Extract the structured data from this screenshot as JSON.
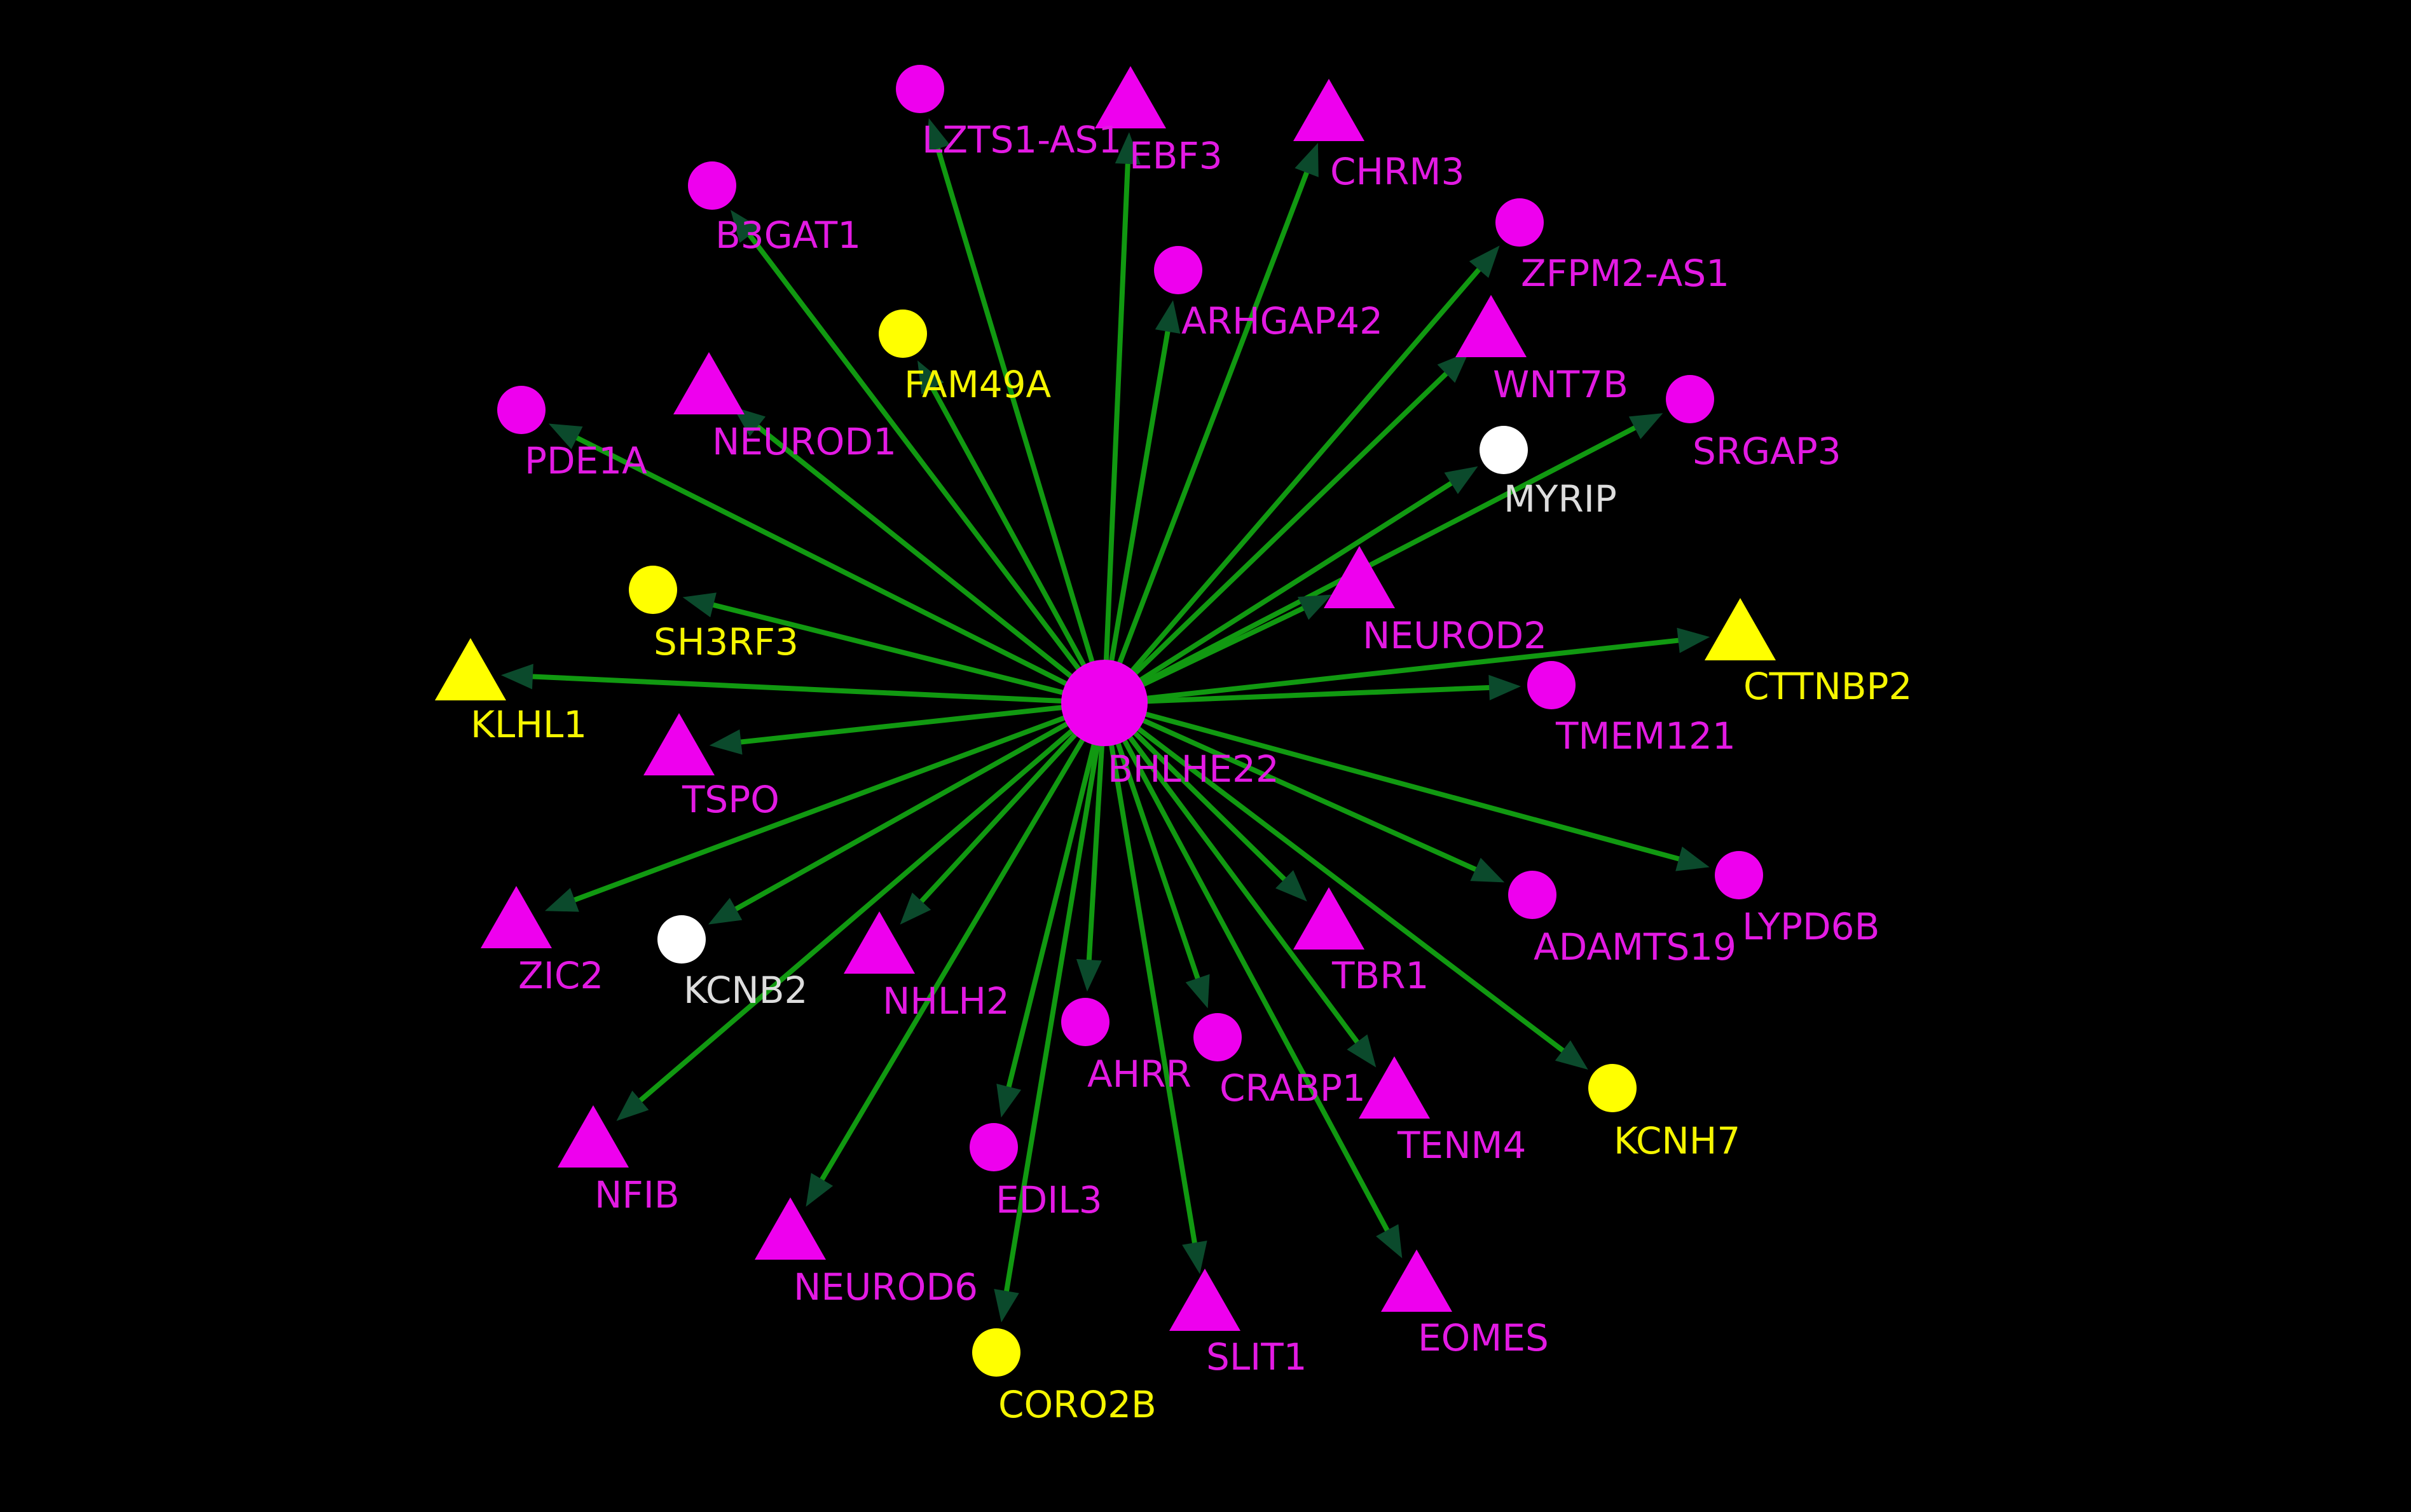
{
  "colors": {
    "background": "#000000",
    "edge": "#119911",
    "arrowhead": "#0b4a2c",
    "magenta": "#ee00ee",
    "yellow": "#ffff00",
    "white": "#ffffff",
    "label_magenta": "#e31ae3",
    "label_yellow": "#f5f500",
    "label_white": "#dddddd"
  },
  "hub": {
    "id": "BHLHE22",
    "label": "BHLHE22",
    "color": "magenta",
    "shape": "circle"
  },
  "nodes": [
    {
      "id": "LZTS1-AS1",
      "label": "LZTS1-AS1",
      "color": "magenta",
      "shape": "circle"
    },
    {
      "id": "EBF3",
      "label": "EBF3",
      "color": "magenta",
      "shape": "triangle"
    },
    {
      "id": "CHRM3",
      "label": "CHRM3",
      "color": "magenta",
      "shape": "triangle"
    },
    {
      "id": "B3GAT1",
      "label": "B3GAT1",
      "color": "magenta",
      "shape": "circle"
    },
    {
      "id": "ZFPM2-AS1",
      "label": "ZFPM2-AS1",
      "color": "magenta",
      "shape": "circle"
    },
    {
      "id": "ARHGAP42",
      "label": "ARHGAP42",
      "color": "magenta",
      "shape": "circle"
    },
    {
      "id": "FAM49A",
      "label": "FAM49A",
      "color": "yellow",
      "shape": "circle"
    },
    {
      "id": "WNT7B",
      "label": "WNT7B",
      "color": "magenta",
      "shape": "triangle"
    },
    {
      "id": "PDE1A",
      "label": "PDE1A",
      "color": "magenta",
      "shape": "circle"
    },
    {
      "id": "NEUROD1",
      "label": "NEUROD1",
      "color": "magenta",
      "shape": "triangle"
    },
    {
      "id": "SRGAP3",
      "label": "SRGAP3",
      "color": "magenta",
      "shape": "circle"
    },
    {
      "id": "MYRIP",
      "label": "MYRIP",
      "color": "white",
      "shape": "circle"
    },
    {
      "id": "SH3RF3",
      "label": "SH3RF3",
      "color": "yellow",
      "shape": "circle"
    },
    {
      "id": "NEUROD2",
      "label": "NEUROD2",
      "color": "magenta",
      "shape": "triangle"
    },
    {
      "id": "CTTNBP2",
      "label": "CTTNBP2",
      "color": "yellow",
      "shape": "triangle"
    },
    {
      "id": "KLHL1",
      "label": "KLHL1",
      "color": "yellow",
      "shape": "triangle"
    },
    {
      "id": "TMEM121",
      "label": "TMEM121",
      "color": "magenta",
      "shape": "circle"
    },
    {
      "id": "TSPO",
      "label": "TSPO",
      "color": "magenta",
      "shape": "triangle"
    },
    {
      "id": "LYPD6B",
      "label": "LYPD6B",
      "color": "magenta",
      "shape": "circle"
    },
    {
      "id": "ZIC2",
      "label": "ZIC2",
      "color": "magenta",
      "shape": "triangle"
    },
    {
      "id": "ADAMTS19",
      "label": "ADAMTS19",
      "color": "magenta",
      "shape": "circle"
    },
    {
      "id": "KCNB2",
      "label": "KCNB2",
      "color": "white",
      "shape": "circle"
    },
    {
      "id": "NHLH2",
      "label": "NHLH2",
      "color": "magenta",
      "shape": "triangle"
    },
    {
      "id": "TBR1",
      "label": "TBR1",
      "color": "magenta",
      "shape": "triangle"
    },
    {
      "id": "AHRR",
      "label": "AHRR",
      "color": "magenta",
      "shape": "circle"
    },
    {
      "id": "CRABP1",
      "label": "CRABP1",
      "color": "magenta",
      "shape": "circle"
    },
    {
      "id": "KCNH7",
      "label": "KCNH7",
      "color": "yellow",
      "shape": "circle"
    },
    {
      "id": "TENM4",
      "label": "TENM4",
      "color": "magenta",
      "shape": "triangle"
    },
    {
      "id": "NFIB",
      "label": "NFIB",
      "color": "magenta",
      "shape": "triangle"
    },
    {
      "id": "EDIL3",
      "label": "EDIL3",
      "color": "magenta",
      "shape": "circle"
    },
    {
      "id": "NEUROD6",
      "label": "NEUROD6",
      "color": "magenta",
      "shape": "triangle"
    },
    {
      "id": "SLIT1",
      "label": "SLIT1",
      "color": "magenta",
      "shape": "triangle"
    },
    {
      "id": "EOMES",
      "label": "EOMES",
      "color": "magenta",
      "shape": "triangle"
    },
    {
      "id": "CORO2B",
      "label": "CORO2B",
      "color": "yellow",
      "shape": "circle"
    }
  ],
  "edges": [
    {
      "source": "BHLHE22",
      "target": "LZTS1-AS1"
    },
    {
      "source": "BHLHE22",
      "target": "EBF3"
    },
    {
      "source": "BHLHE22",
      "target": "CHRM3"
    },
    {
      "source": "BHLHE22",
      "target": "B3GAT1"
    },
    {
      "source": "BHLHE22",
      "target": "ZFPM2-AS1"
    },
    {
      "source": "BHLHE22",
      "target": "ARHGAP42"
    },
    {
      "source": "BHLHE22",
      "target": "FAM49A"
    },
    {
      "source": "BHLHE22",
      "target": "WNT7B"
    },
    {
      "source": "BHLHE22",
      "target": "PDE1A"
    },
    {
      "source": "BHLHE22",
      "target": "NEUROD1"
    },
    {
      "source": "BHLHE22",
      "target": "SRGAP3"
    },
    {
      "source": "BHLHE22",
      "target": "MYRIP"
    },
    {
      "source": "BHLHE22",
      "target": "SH3RF3"
    },
    {
      "source": "BHLHE22",
      "target": "NEUROD2"
    },
    {
      "source": "BHLHE22",
      "target": "CTTNBP2"
    },
    {
      "source": "BHLHE22",
      "target": "KLHL1"
    },
    {
      "source": "BHLHE22",
      "target": "TMEM121"
    },
    {
      "source": "BHLHE22",
      "target": "TSPO"
    },
    {
      "source": "BHLHE22",
      "target": "LYPD6B"
    },
    {
      "source": "BHLHE22",
      "target": "ZIC2"
    },
    {
      "source": "BHLHE22",
      "target": "ADAMTS19"
    },
    {
      "source": "BHLHE22",
      "target": "KCNB2"
    },
    {
      "source": "BHLHE22",
      "target": "NHLH2"
    },
    {
      "source": "BHLHE22",
      "target": "TBR1"
    },
    {
      "source": "BHLHE22",
      "target": "AHRR"
    },
    {
      "source": "BHLHE22",
      "target": "CRABP1"
    },
    {
      "source": "BHLHE22",
      "target": "KCNH7"
    },
    {
      "source": "BHLHE22",
      "target": "TENM4"
    },
    {
      "source": "BHLHE22",
      "target": "NFIB"
    },
    {
      "source": "BHLHE22",
      "target": "EDIL3"
    },
    {
      "source": "BHLHE22",
      "target": "NEUROD6"
    },
    {
      "source": "BHLHE22",
      "target": "SLIT1"
    },
    {
      "source": "BHLHE22",
      "target": "EOMES"
    },
    {
      "source": "BHLHE22",
      "target": "CORO2B"
    }
  ]
}
